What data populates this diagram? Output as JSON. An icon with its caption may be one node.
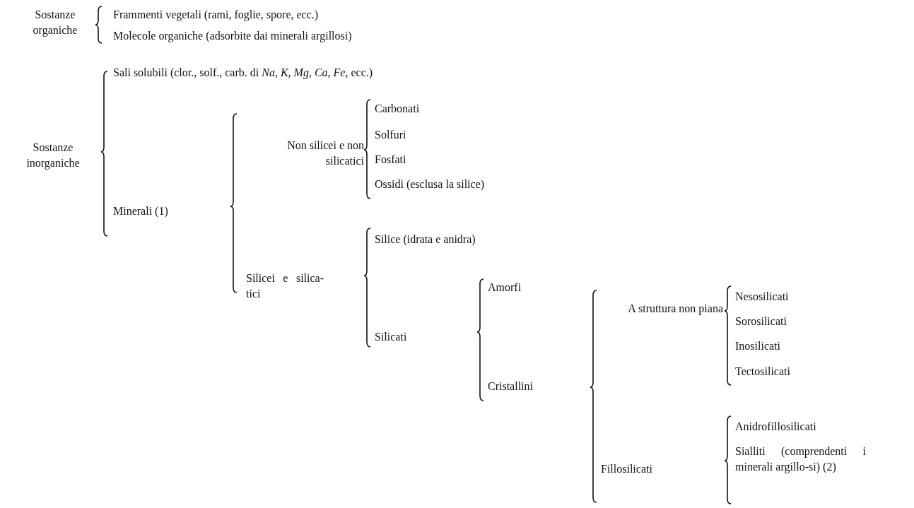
{
  "diagram": {
    "labels": [
      "Sostanze organiche",
      "Frammenti vegetali (rami, foglie, spore, ecc.)",
      "Molecole organiche (adsorbite dai minerali argillosi)",
      "Sali solubili (clor., solf., carb. di *Na*, *K*, *Mg*, *Ca*, *Fe*, ecc.)",
      "Sostanze inorganiche",
      "Carbonati",
      "Non silicei e non silicatici",
      "Solfuri",
      "Fosfati",
      "Ossidi (esclusa la silice)",
      "Minerali (1)",
      "Silice (idrata e anidra)",
      "Silicei e silica-tici",
      "Amorfi",
      "Silicati",
      "Nesosilicati",
      "A struttura non piana",
      "Sorosilicati",
      "Inosilicati",
      "Cristallini",
      "Tectosilicati",
      "Anidrofillosilicati",
      "Fillosilicati",
      "Sialliti (comprendenti i minerali argillo-si) (2)"
    ]
  }
}
